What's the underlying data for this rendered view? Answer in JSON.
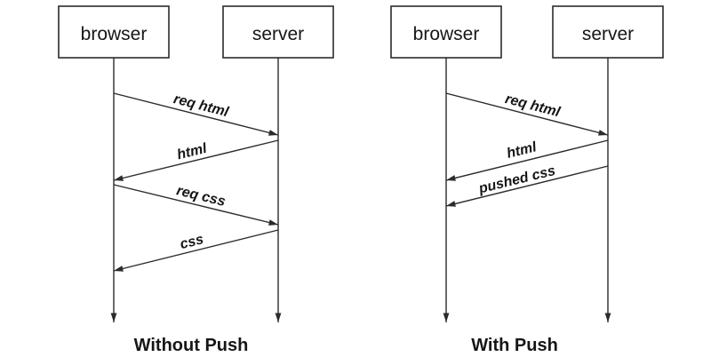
{
  "colors": {
    "background": "#ffffff",
    "stroke": "#2b2b2b",
    "text": "#161616"
  },
  "diagrams": [
    {
      "caption": "Without Push",
      "actors": [
        {
          "label": "browser"
        },
        {
          "label": "server"
        }
      ],
      "messages": [
        {
          "label": "req html",
          "from": "browser",
          "to": "server"
        },
        {
          "label": "html",
          "from": "server",
          "to": "browser"
        },
        {
          "label": "req css",
          "from": "browser",
          "to": "server"
        },
        {
          "label": "css",
          "from": "server",
          "to": "browser"
        }
      ]
    },
    {
      "caption": "With Push",
      "actors": [
        {
          "label": "browser"
        },
        {
          "label": "server"
        }
      ],
      "messages": [
        {
          "label": "req html",
          "from": "browser",
          "to": "server"
        },
        {
          "label": "html",
          "from": "server",
          "to": "browser"
        },
        {
          "label": "pushed css",
          "from": "server",
          "to": "browser"
        }
      ]
    }
  ]
}
